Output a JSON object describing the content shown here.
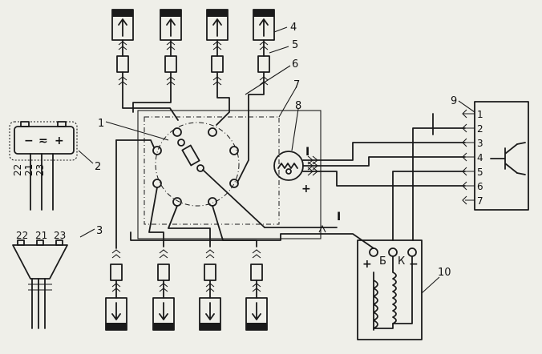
{
  "labels": {
    "l1": "1",
    "l2": "2",
    "l3": "3",
    "l4": "4",
    "l5": "5",
    "l6": "6",
    "l7": "7",
    "l8": "8",
    "l9": "9",
    "l10": "10"
  },
  "connector": {
    "pins_top": [
      "22",
      "21",
      "23"
    ],
    "pins_plug": [
      "22",
      "21",
      "23"
    ],
    "signs": [
      "−",
      "≂",
      "+"
    ]
  },
  "module9": {
    "pins": [
      "1",
      "2",
      "3",
      "4",
      "5",
      "6",
      "7"
    ]
  },
  "coil": {
    "terminal_b": "Б",
    "terminal_k": "К",
    "plus": "+",
    "minus": "−"
  },
  "sensor": {
    "mark_i": "I",
    "plus": "+"
  },
  "wire_mark": "I"
}
